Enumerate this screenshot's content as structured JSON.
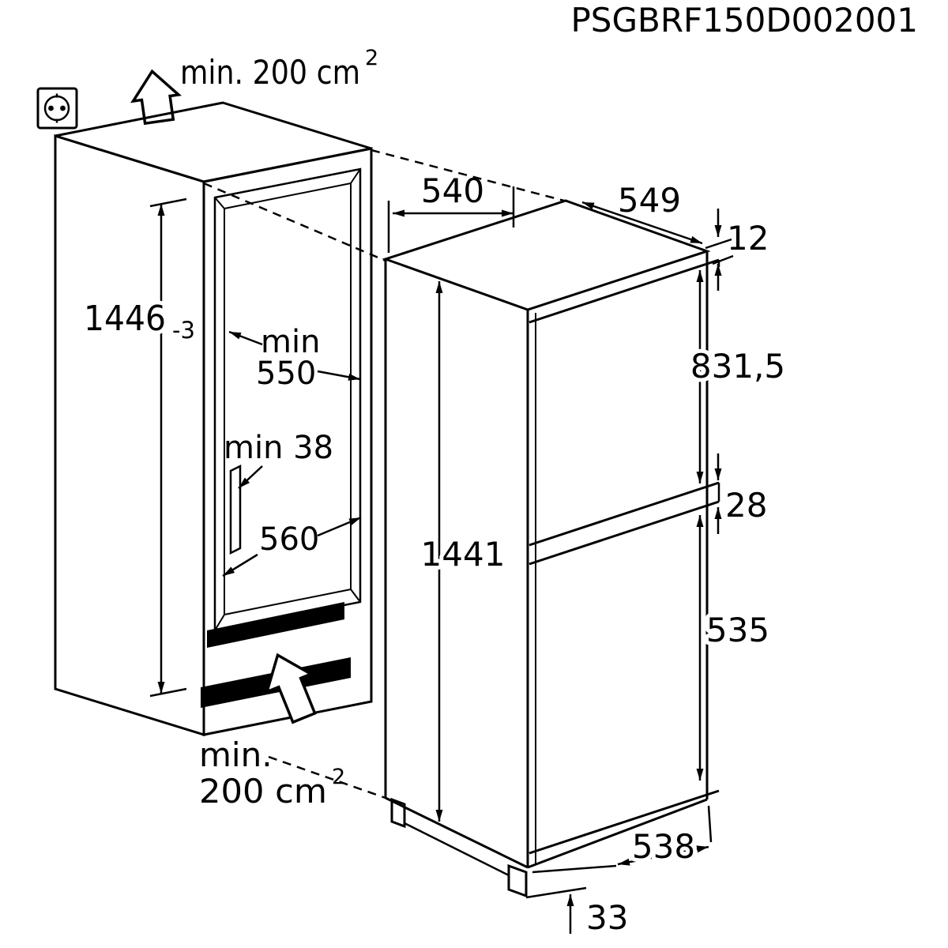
{
  "part_number": "PSGBRF150D002001",
  "colors": {
    "line": "#000000",
    "background": "#ffffff"
  },
  "niche": {
    "top_clearance": "min. 200 cm",
    "top_clearance_sup": "2",
    "height": "1446",
    "height_tolerance": "-3",
    "depth_min_label1": "min",
    "depth_min_label2": "550",
    "rear_spacer": "min 38",
    "width": "560",
    "bottom_clearance_line1": "min.",
    "bottom_clearance_line2": "200 cm",
    "bottom_clearance_sup": "2"
  },
  "appliance": {
    "top_depth": "540",
    "top_width": "549",
    "top_gap": "12",
    "upper_door_height": "831,5",
    "door_gap": "28",
    "height": "1441",
    "lower_door_height": "535",
    "bottom_depth": "538",
    "bottom_gap": "33"
  }
}
